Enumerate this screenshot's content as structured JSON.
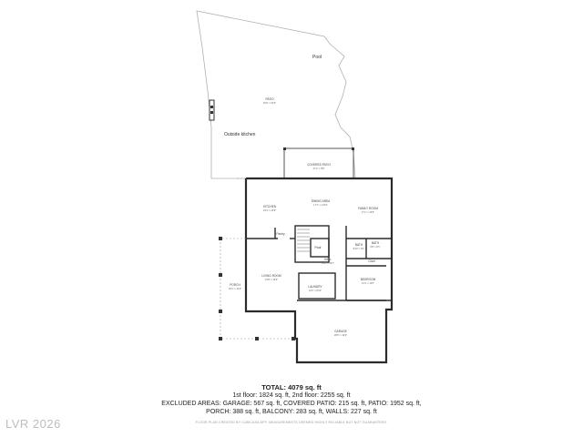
{
  "rooms": {
    "pool": "Pool",
    "patio": {
      "name": "PATIO",
      "dim": "46'6\" x 64'6\""
    },
    "outside_kitchen": "Outside kitchen",
    "covered_patio": {
      "name": "COVERED PATIO",
      "dim": "27'2\" x 8'9\""
    },
    "kitchen": {
      "name": "KITCHEN",
      "dim": "19'4\" x 14'9\""
    },
    "dining_area": {
      "name": "DINING AREA",
      "dim": "17'1\" x 14'10\""
    },
    "family_room": {
      "name": "FAMILY ROOM",
      "dim": "17'1\" x 16'5\""
    },
    "pantry": "Pantry",
    "powder": "Pwdr",
    "bath_1": {
      "name": "BATH",
      "dim": "8'10\" x 8'1\""
    },
    "bath_2": {
      "name": "BATH",
      "dim": "5'8\" x 8'1\""
    },
    "closet": "Clset",
    "hall": {
      "name": "HALL",
      "dim": "34'9\" x 15'7\""
    },
    "porch": {
      "name": "PORCH",
      "dim": "49'1\" x 14'9\""
    },
    "living_room": {
      "name": "LIVING ROOM",
      "dim": "15'8\" x 19'9\""
    },
    "laundry": {
      "name": "LAUNDRY",
      "dim": "12'2\" x 8'10\""
    },
    "bedroom": {
      "name": "BEDROOM",
      "dim": "13'1\" x 11'6\""
    },
    "garage": {
      "name": "GARAGE",
      "dim": "28'9\" x 19'9\""
    }
  },
  "summary": {
    "total_prefix": "TOTAL: ",
    "total_value": "4079 sq. ft",
    "line1": "1st floor: 1824 sq. ft, 2nd floor: 2255 sq. ft",
    "line2": "EXCLUDED AREAS: GARAGE: 567 sq. ft, COVERED PATIO: 215 sq. ft, PATIO: 1952 sq. ft,",
    "line3": "PORCH: 388 sq. ft, BALCONY: 283 sq. ft, WALLS: 227 sq. ft",
    "fine_print": "FLOOR PLAN CREATED BY CUBICASA APP. MEASUREMENTS DEEMED HIGHLY RELIABLE BUT NOT GUARANTEED."
  },
  "watermark": "LVR 2026",
  "colors": {
    "wall": "#2b2b2b",
    "thin": "#9a9a9a",
    "text": "#222222"
  }
}
